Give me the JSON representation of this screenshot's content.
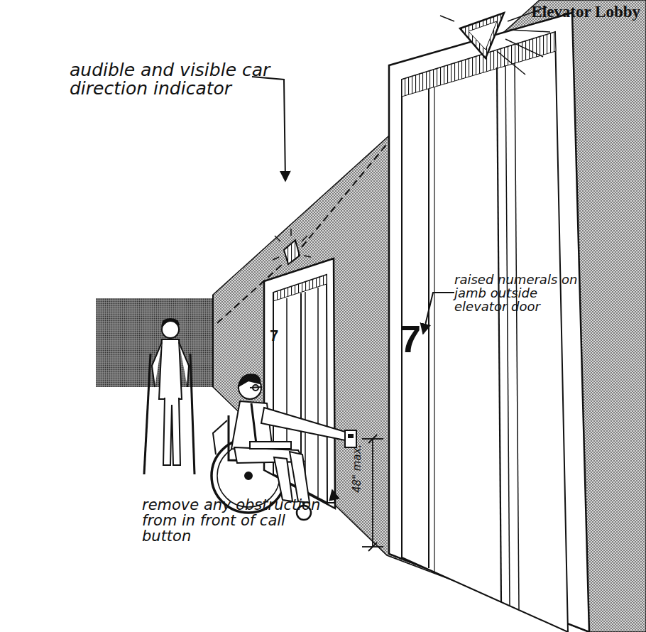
{
  "diagram": {
    "title": "Elevator Lobby",
    "labels": [
      "audible and visible car direction indicator",
      "raised numerals on jamb outside elevator door",
      "7",
      "7",
      "48\" max.",
      "remove any obstruction from in front of call button"
    ]
  }
}
